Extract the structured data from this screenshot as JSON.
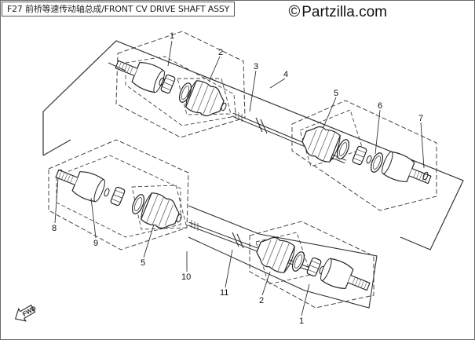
{
  "header": {
    "title": "F27 前桥等速传动轴总成/FRONT CV DRIVE SHAFT ASSY",
    "copyright": "©",
    "brand": "Partzilla.com"
  },
  "callouts": {
    "c1_top": "1",
    "c2_top": "2",
    "c3": "3",
    "c4": "4",
    "c5_top": "5",
    "c6": "6",
    "c7": "7",
    "c8": "8",
    "c9": "9",
    "c5_bottom": "5",
    "c10": "10",
    "c11": "11",
    "c2_bottom": "2",
    "c1_bottom": "1"
  },
  "direction_badge": "FWD"
}
